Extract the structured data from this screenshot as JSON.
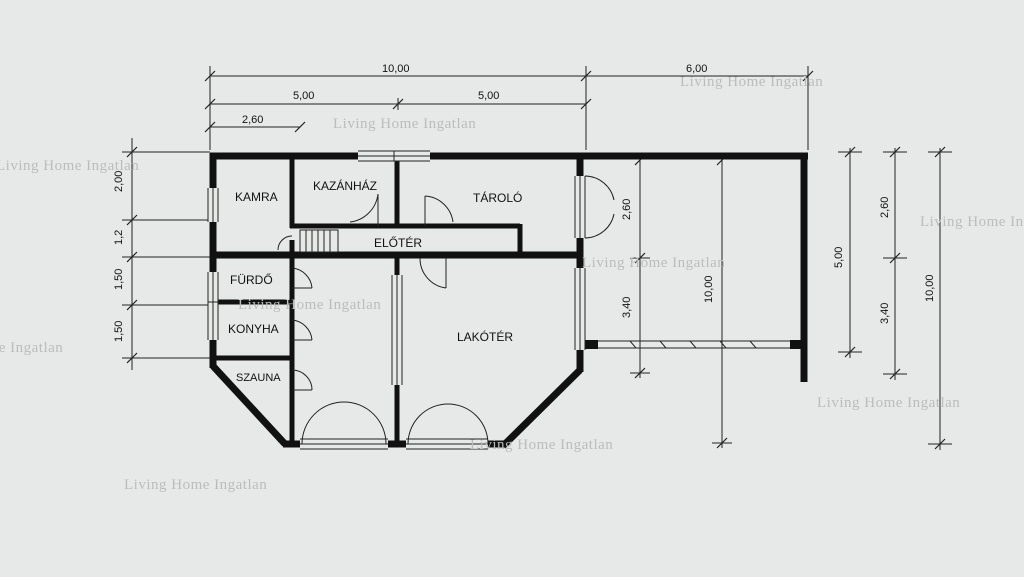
{
  "rooms": {
    "kamra": "KAMRA",
    "kazanhaz": "KAZÁNHÁZ",
    "tarolo": "TÁROLÓ",
    "eloter": "ELŐTÉR",
    "furdo": "FÜRDŐ",
    "konyha": "KONYHA",
    "szauna": "SZAUNA",
    "lakoter": "LAKÓTÉR"
  },
  "dimensions": {
    "top_total": "10,00",
    "top_extension": "6,00",
    "top_half_left": "5,00",
    "top_half_right": "5,00",
    "top_small": "2,60",
    "left_1": "2,00",
    "left_2": "1,2",
    "left_3": "1,50",
    "left_4": "1,50",
    "inner_2_60": "2,60",
    "inner_3_40": "3,40",
    "inner_10_00": "10,00",
    "right_5_00": "5,00",
    "right_2_60": "2,60",
    "right_3_40": "3,40",
    "right_10_00": "10,00"
  },
  "watermarks": {
    "w1": "Living Home Ingatlan",
    "w2": "Living Home Ingatlan",
    "w3": "Living Home Ingatlan",
    "w4": "Living Home Ingatlan",
    "w5": "Living Home Ingatlan",
    "w6": "Living Home Ingatlan",
    "w7": "Living Home Ingatlan",
    "w8": "Living Home Ingatlan",
    "w9": "Living Home Ingatlan",
    "w10": "Living Home Ingatlan"
  }
}
